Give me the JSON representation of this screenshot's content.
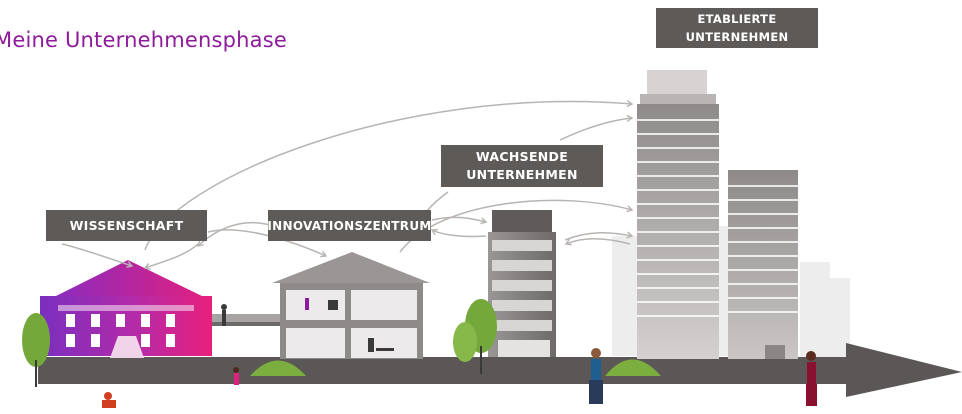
{
  "heading": "Meine Unternehmensphase",
  "labels": {
    "wissenschaft": "WISSENSCHAFT",
    "innovationszentrum": "INNOVATIONSZENTRUM",
    "wachsende": "WACHSENDE\nUNTERNEHMEN",
    "etablierte": "ETABLIERTE\nUNTERNEHMEN"
  },
  "colors": {
    "heading": "#8e1a9c",
    "label_bg": "#5e5a58",
    "road": "#5a5756",
    "arrows": "#b8b4b2",
    "university_left": "#7a2fc0",
    "university_right": "#e0207f",
    "tree": "#74a83a",
    "bush": "#7cae3f"
  },
  "icons": [
    "university-building",
    "innovation-center-building",
    "growing-company-building",
    "established-company-tower",
    "tree",
    "person",
    "arrow"
  ]
}
